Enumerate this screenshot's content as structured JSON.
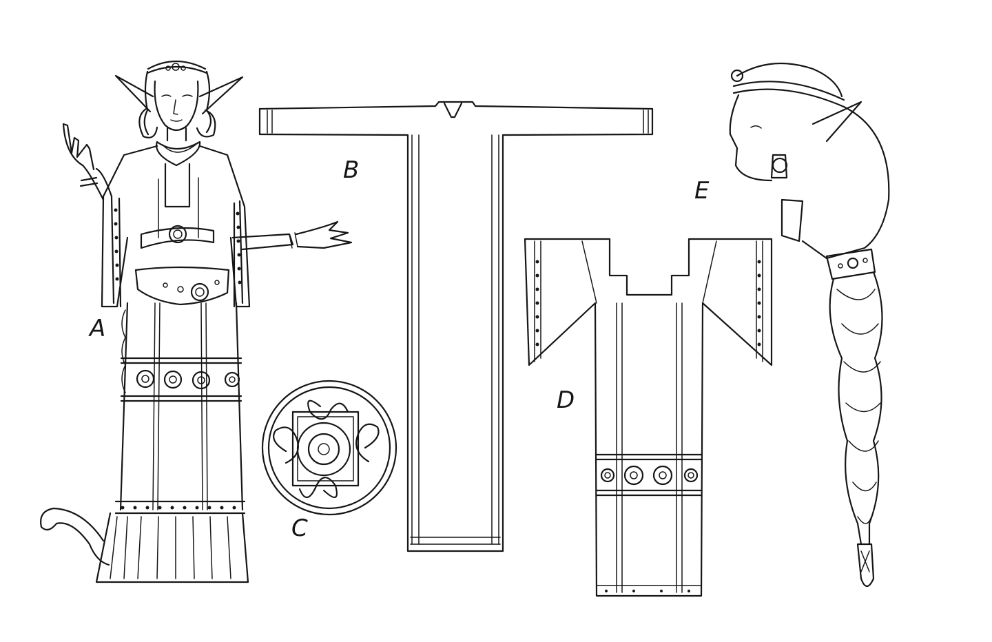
{
  "sheet": {
    "background": "#ffffff",
    "ink_color": "#161616",
    "labels": {
      "a": "A",
      "b": "B",
      "c": "C",
      "d": "D",
      "e": "E"
    }
  }
}
